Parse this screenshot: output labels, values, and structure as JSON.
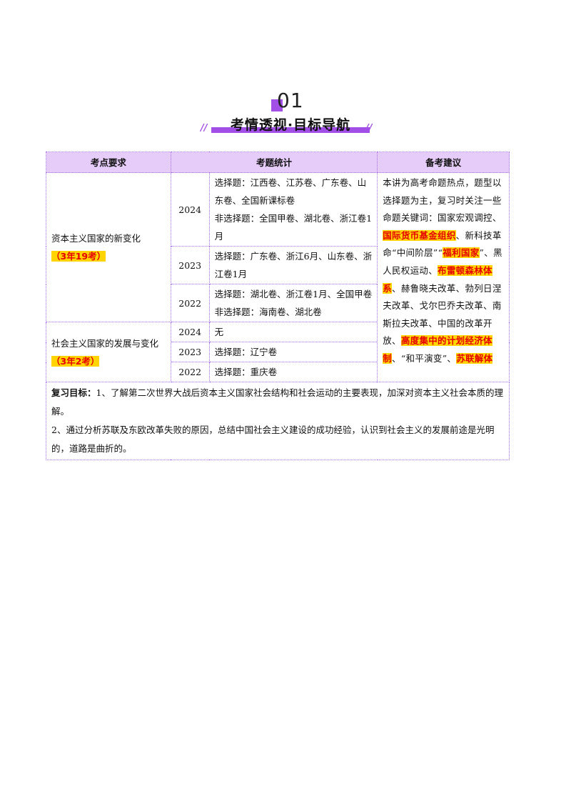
{
  "section": {
    "number": "01",
    "title": "考情透视·目标导航",
    "slash_left": "//",
    "slash_right": "//"
  },
  "table": {
    "headers": [
      "考点要求",
      "考题统计",
      "备考建议"
    ],
    "topic1": {
      "name": "资本主义国家的新变化",
      "count": "（3年19考）"
    },
    "topic2": {
      "name": "社会主义国家的发展与变化",
      "count": "（3年2考）"
    },
    "rows": [
      {
        "year": "2024",
        "lines": [
          "选择题：江西卷、江苏卷、广东卷、山东卷、全国新课标卷",
          "非选择题：全国甲卷、湖北卷、浙江卷1月"
        ]
      },
      {
        "year": "2023",
        "lines": [
          "选择题：广东卷、浙江6月、山东卷、浙江卷1月"
        ]
      },
      {
        "year": "2022",
        "lines": [
          "选择题：湖北卷、浙江卷1月、全国甲卷",
          "非选择题：海南卷、湖北卷"
        ]
      },
      {
        "year": "2024",
        "lines": [
          "无"
        ]
      },
      {
        "year": "2023",
        "lines": [
          "选择题：辽宁卷"
        ]
      },
      {
        "year": "2022",
        "lines": [
          "选择题：重庆卷"
        ]
      }
    ],
    "advice": {
      "p1": "本讲为高考命题热点，题型以选择题为主，复习时关注一些命题关键词：国家宏观调控、",
      "h1": "国际货币基金组织",
      "p2": "、新科技革命“中间阶层”“",
      "h2": "福利国家",
      "p3": "”、黑人民权运动、",
      "h3": "布雷顿森林体系",
      "p4": "、赫鲁晓夫改革、勃列日涅夫改革、戈尔巴乔夫改革、南斯拉夫改革、中国的改革开放、",
      "h4": "高度集中的计划经济体制",
      "p5": "、“和平演变”、",
      "h5": "苏联解体"
    },
    "goal": {
      "label": "复习目标：",
      "line1": "1、了解第二次世界大战后资本主义国家社会结构和社会运动的主要表现，加深对资本主义社会本质的理解。",
      "line2": "2、通过分析苏联及东欧改革失败的原因，总结中国社会主义建设的成功经验，认识到社会主义的发展前途是光明的，道路是曲折的。"
    }
  }
}
